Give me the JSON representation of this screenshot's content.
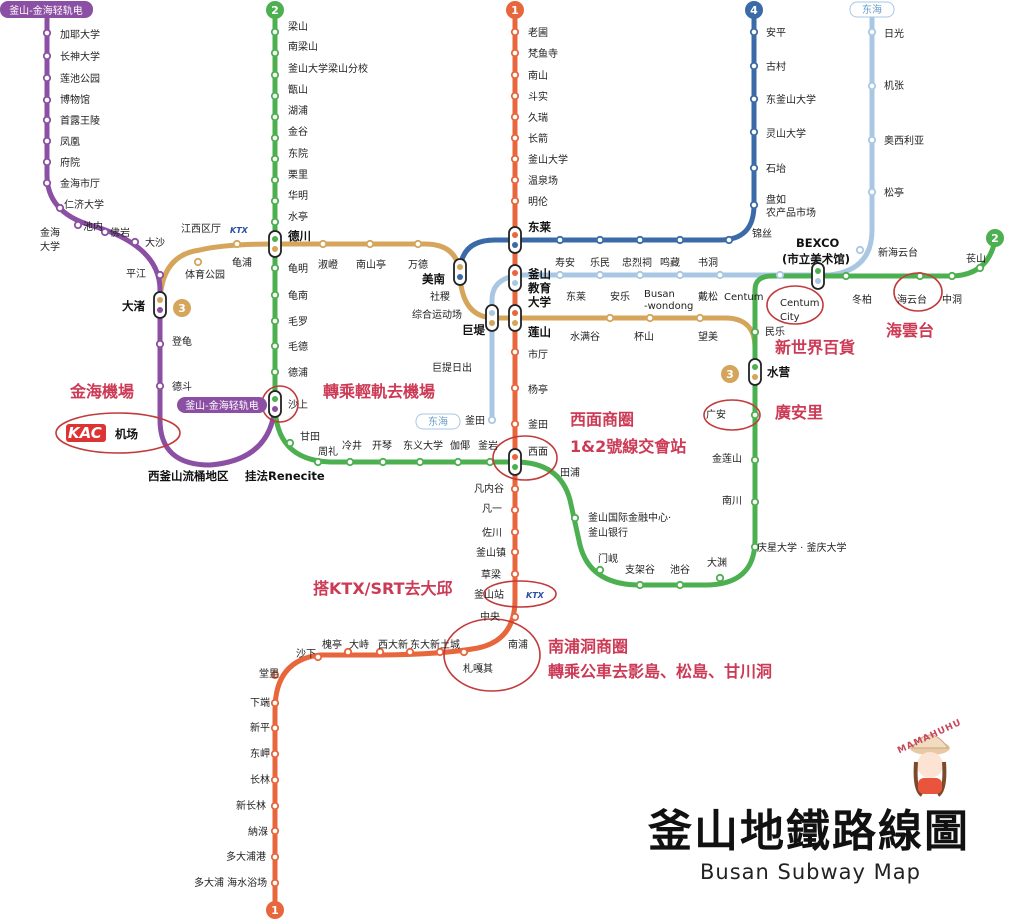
{
  "title": "釜山地鐵路線圖",
  "subtitle": "Busan Subway Map",
  "brand": "MAMAHUHU",
  "line_badges": {
    "l1": "1",
    "l2": "2",
    "l3": "3",
    "l4": "4",
    "east": "东海",
    "bg": "釜山-金海轻轨电"
  },
  "lines": {
    "line1": {
      "color": "#e8663c",
      "stations": [
        "老圃",
        "梵鱼寺",
        "南山",
        "斗实",
        "久瑞",
        "长箭",
        "釜山大学",
        "温泉场",
        "明伦",
        "东莱",
        "釜山教育大学",
        "莲山",
        "市厅",
        "杨亭",
        "釜田",
        "西面",
        "凡内谷",
        "凡一",
        "佐川",
        "釜山镇",
        "草梁",
        "釜山站",
        "中央",
        "南浦",
        "札嘎其",
        "土城",
        "东大新",
        "西大新",
        "大峙",
        "槐亭",
        "沙下",
        "堂里",
        "下端",
        "新平",
        "东岬",
        "长林",
        "新长林",
        "納湺",
        "多大浦港",
        "多大浦 海水浴场"
      ]
    },
    "line2": {
      "color": "#4caf50",
      "stations": [
        "梁山",
        "南梁山",
        "釜山大学梁山分校",
        "甑山",
        "湖浦",
        "金谷",
        "东院",
        "栗里",
        "华明",
        "水亭",
        "德川",
        "龟明",
        "龟南",
        "毛罗",
        "毛德",
        "德浦",
        "沙上",
        "甘田",
        "周礼",
        "冷井",
        "开琴",
        "东义大学",
        "伽倻",
        "釜岩",
        "西面",
        "田浦",
        "釜山国际金融中心·釜山银行",
        "门岘",
        "支架谷",
        "池谷",
        "大渊",
        "庆星大学·釜庆大学",
        "南川",
        "金莲山",
        "广安",
        "水营",
        "民乐",
        "Centum City",
        "BEXCO (市立美术馆)",
        "冬柏",
        "海云台",
        "中洞",
        "苌山"
      ]
    },
    "line3": {
      "color": "#d4a55b",
      "stations": [
        "水营",
        "望美",
        "杯山",
        "水满谷",
        "莲山",
        "巨堤",
        "综合运动场",
        "社稷",
        "美南",
        "万德",
        "南山亭",
        "淑嶝",
        "德川",
        "龟浦",
        "体育公园",
        "江西区厅",
        "大渚"
      ]
    },
    "line4": {
      "color": "#3a6aa8",
      "stations": [
        "美南",
        "东莱",
        "寿安",
        "乐民",
        "忠烈祠",
        "鸣藏",
        "书洞",
        "锦丝",
        "盘如农产品市场",
        "石坮",
        "灵山大学",
        "东釜山大学",
        "古村",
        "安平"
      ]
    },
    "east": {
      "color": "#a9c7e3",
      "stations": [
        "日光",
        "机张",
        "奥西利亚",
        "松亭",
        "新海云台",
        "Centum",
        "戴松",
        "Busan-wondong",
        "安乐",
        "釜山教育大学",
        "巨提日出",
        "釜田"
      ]
    },
    "bg": {
      "color": "#8b4fa3",
      "stations": [
        "加耶大学",
        "长神大学",
        "莲池公园",
        "博物馆",
        "首露王陵",
        "凤凰",
        "府院",
        "金海市厅",
        "仁济大学",
        "金海大学",
        "池内",
        "佛岩",
        "大沙",
        "平江",
        "大渚",
        "登龟",
        "德斗",
        "西釜山流桶地区",
        "挂法Renecite",
        "沙上"
      ]
    }
  },
  "labels": [
    {
      "t": "加耶大学",
      "k": "s"
    },
    {
      "t": "长神大学",
      "k": "s"
    },
    {
      "t": "莲池公园",
      "k": "s"
    },
    {
      "t": "博物馆",
      "k": "s"
    },
    {
      "t": "首露王陵",
      "k": "s"
    },
    {
      "t": "凤凰",
      "k": "s"
    },
    {
      "t": "府院",
      "k": "s"
    },
    {
      "t": "金海市厅",
      "k": "s"
    },
    {
      "t": "仁济大学",
      "k": "s"
    },
    {
      "t": "金海",
      "k": "s"
    },
    {
      "t": "大学",
      "k": "s"
    },
    {
      "t": "池内",
      "k": "s"
    },
    {
      "t": "佛岩",
      "k": "s"
    },
    {
      "t": "大沙",
      "k": "s"
    },
    {
      "t": "平江",
      "k": "s"
    },
    {
      "t": "大渚",
      "k": "b"
    },
    {
      "t": "登龟",
      "k": "s"
    },
    {
      "t": "德斗",
      "k": "s"
    },
    {
      "t": "西釜山流桶地区",
      "k": "b"
    },
    {
      "t": "挂法Renecite",
      "k": "b"
    },
    {
      "t": "江西区厅",
      "k": "s"
    },
    {
      "t": "体育公园",
      "k": "s"
    },
    {
      "t": "龟浦",
      "k": "s"
    },
    {
      "t": "梁山",
      "k": "s"
    },
    {
      "t": "南梁山",
      "k": "s"
    },
    {
      "t": "釜山大学梁山分校",
      "k": "s"
    },
    {
      "t": "甑山",
      "k": "s"
    },
    {
      "t": "湖浦",
      "k": "s"
    },
    {
      "t": "金谷",
      "k": "s"
    },
    {
      "t": "东院",
      "k": "s"
    },
    {
      "t": "栗里",
      "k": "s"
    },
    {
      "t": "华明",
      "k": "s"
    },
    {
      "t": "水亭",
      "k": "s"
    },
    {
      "t": "德川",
      "k": "b"
    },
    {
      "t": "龟明",
      "k": "s"
    },
    {
      "t": "龟南",
      "k": "s"
    },
    {
      "t": "毛罗",
      "k": "s"
    },
    {
      "t": "毛德",
      "k": "s"
    },
    {
      "t": "德浦",
      "k": "s"
    },
    {
      "t": "沙上",
      "k": "s"
    },
    {
      "t": "甘田",
      "k": "s"
    },
    {
      "t": "周礼",
      "k": "s"
    },
    {
      "t": "冷井",
      "k": "s"
    },
    {
      "t": "开琴",
      "k": "s"
    },
    {
      "t": "东义大学",
      "k": "s"
    },
    {
      "t": "伽倻",
      "k": "s"
    },
    {
      "t": "釜岩",
      "k": "s"
    },
    {
      "t": "淑嶝",
      "k": "s"
    },
    {
      "t": "南山亭",
      "k": "s"
    },
    {
      "t": "万德",
      "k": "s"
    },
    {
      "t": "美南",
      "k": "b"
    },
    {
      "t": "社稷",
      "k": "s"
    },
    {
      "t": "综合运动场",
      "k": "s"
    },
    {
      "t": "巨堤",
      "k": "b"
    },
    {
      "t": "巨提日出",
      "k": "s"
    },
    {
      "t": "釜田",
      "k": "s"
    },
    {
      "t": "老圃",
      "k": "s"
    },
    {
      "t": "梵鱼寺",
      "k": "s"
    },
    {
      "t": "南山",
      "k": "s"
    },
    {
      "t": "斗实",
      "k": "s"
    },
    {
      "t": "久瑞",
      "k": "s"
    },
    {
      "t": "长箭",
      "k": "s"
    },
    {
      "t": "釜山大学",
      "k": "s"
    },
    {
      "t": "温泉场",
      "k": "s"
    },
    {
      "t": "明伦",
      "k": "s"
    },
    {
      "t": "东莱",
      "k": "b"
    },
    {
      "t": "釜山",
      "k": "b"
    },
    {
      "t": "教育",
      "k": "b"
    },
    {
      "t": "大学",
      "k": "b"
    },
    {
      "t": "莲山",
      "k": "b"
    },
    {
      "t": "市厅",
      "k": "s"
    },
    {
      "t": "杨亭",
      "k": "s"
    },
    {
      "t": "釜田",
      "k": "s"
    },
    {
      "t": "西面",
      "k": "s"
    },
    {
      "t": "田浦",
      "k": "s"
    },
    {
      "t": "凡内谷",
      "k": "s"
    },
    {
      "t": "凡一",
      "k": "s"
    },
    {
      "t": "佐川",
      "k": "s"
    },
    {
      "t": "釜山镇",
      "k": "s"
    },
    {
      "t": "草梁",
      "k": "s"
    },
    {
      "t": "釜山站",
      "k": "s"
    },
    {
      "t": "中央",
      "k": "s"
    },
    {
      "t": "南浦",
      "k": "s"
    },
    {
      "t": "札嘎其",
      "k": "s"
    },
    {
      "t": "土城",
      "k": "s"
    },
    {
      "t": "东大新",
      "k": "s"
    },
    {
      "t": "西大新",
      "k": "s"
    },
    {
      "t": "大峙",
      "k": "s"
    },
    {
      "t": "槐亭",
      "k": "s"
    },
    {
      "t": "沙下",
      "k": "s"
    },
    {
      "t": "堂里",
      "k": "s"
    },
    {
      "t": "下端",
      "k": "s"
    },
    {
      "t": "新平",
      "k": "s"
    },
    {
      "t": "东岬",
      "k": "s"
    },
    {
      "t": "长林",
      "k": "s"
    },
    {
      "t": "新长林",
      "k": "s"
    },
    {
      "t": "納湺",
      "k": "s"
    },
    {
      "t": "多大浦港",
      "k": "s"
    },
    {
      "t": "多大浦 海水浴场",
      "k": "s"
    },
    {
      "t": "寿安",
      "k": "s"
    },
    {
      "t": "乐民",
      "k": "s"
    },
    {
      "t": "忠烈祠",
      "k": "s"
    },
    {
      "t": "鸣藏",
      "k": "s"
    },
    {
      "t": "书洞",
      "k": "s"
    },
    {
      "t": "锦丝",
      "k": "s"
    },
    {
      "t": "盘如",
      "k": "s"
    },
    {
      "t": "农产品市场",
      "k": "s"
    },
    {
      "t": "石坮",
      "k": "s"
    },
    {
      "t": "灵山大学",
      "k": "s"
    },
    {
      "t": "东釜山大学",
      "k": "s"
    },
    {
      "t": "古村",
      "k": "s"
    },
    {
      "t": "安平",
      "k": "s"
    },
    {
      "t": "日光",
      "k": "s"
    },
    {
      "t": "机张",
      "k": "s"
    },
    {
      "t": "奥西利亚",
      "k": "s"
    },
    {
      "t": "松亭",
      "k": "s"
    },
    {
      "t": "新海云台",
      "k": "s"
    },
    {
      "t": "苌山",
      "k": "s"
    },
    {
      "t": "BEXCO",
      "k": "b"
    },
    {
      "t": "(市立美术馆)",
      "k": "b"
    },
    {
      "t": "冬柏",
      "k": "s"
    },
    {
      "t": "海云台",
      "k": "s"
    },
    {
      "t": "中洞",
      "k": "s"
    },
    {
      "t": "Centum",
      "k": "s"
    },
    {
      "t": "Centum",
      "k": "s"
    },
    {
      "t": "City",
      "k": "s"
    },
    {
      "t": "民乐",
      "k": "s"
    },
    {
      "t": "戴松",
      "k": "s"
    },
    {
      "t": "Busan",
      "k": "s"
    },
    {
      "t": "-wondong",
      "k": "s"
    },
    {
      "t": "安乐",
      "k": "s"
    },
    {
      "t": "东莱",
      "k": "s"
    },
    {
      "t": "水满谷",
      "k": "s"
    },
    {
      "t": "杯山",
      "k": "s"
    },
    {
      "t": "望美",
      "k": "s"
    },
    {
      "t": "水营",
      "k": "b"
    },
    {
      "t": "广安",
      "k": "s"
    },
    {
      "t": "金莲山",
      "k": "s"
    },
    {
      "t": "南川",
      "k": "s"
    },
    {
      "t": "庆星大学 · 釜庆大学",
      "k": "s"
    },
    {
      "t": "大渊",
      "k": "s"
    },
    {
      "t": "池谷",
      "k": "s"
    },
    {
      "t": "支架谷",
      "k": "s"
    },
    {
      "t": "门岘",
      "k": "s"
    },
    {
      "t": "釜山国际金融中心·",
      "k": "s"
    },
    {
      "t": "釜山银行",
      "k": "s"
    },
    {
      "t": "金海機場",
      "k": "a"
    },
    {
      "t": "轉乘輕軌去機場",
      "k": "a"
    },
    {
      "t": "西面商圈",
      "k": "a"
    },
    {
      "t": "1&2號線交會站",
      "k": "a"
    },
    {
      "t": "廣安里",
      "k": "a"
    },
    {
      "t": "新世界百貨",
      "k": "a"
    },
    {
      "t": "海雲台",
      "k": "a"
    },
    {
      "t": "搭KTX/SRT去大邱",
      "k": "a"
    },
    {
      "t": "南浦洞商圈",
      "k": "a"
    },
    {
      "t": "轉乘公車去影島、松島、甘川洞",
      "k": "a"
    },
    {
      "t": "KTX",
      "k": "k"
    },
    {
      "t": "KTX",
      "k": "k"
    },
    {
      "t": "KAC",
      "k": "kac"
    },
    {
      "t": "机场",
      "k": "b"
    }
  ]
}
